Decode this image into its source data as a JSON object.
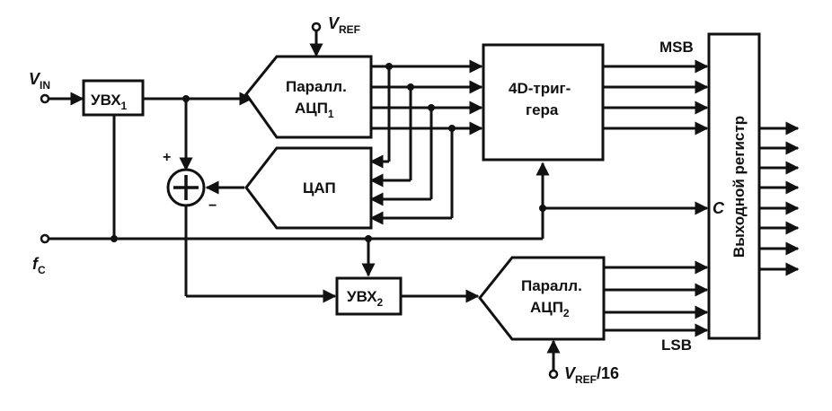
{
  "diagram": {
    "inputs": {
      "vin": {
        "main": "V",
        "sub": "IN"
      },
      "fc": {
        "main": "f",
        "sub": "C"
      },
      "vref_top": {
        "main": "V",
        "sub": "REF"
      },
      "vref_bottom": {
        "main": "V",
        "sub": "REF",
        "suffix": "/16"
      }
    },
    "blocks": {
      "sha1": {
        "main": "УВХ",
        "sub": "1"
      },
      "sha2": {
        "main": "УВХ",
        "sub": "2"
      },
      "adc1": {
        "line1": "Паралл.",
        "line2": "АЦП",
        "sub": "1"
      },
      "adc2": {
        "line1": "Паралл.",
        "line2": "АЦП",
        "sub": "2"
      },
      "dac": {
        "label": "ЦАП"
      },
      "latch": {
        "line1": "4D-триг-",
        "line2": "гера"
      },
      "output_register": {
        "label": "Выходной регистр",
        "clock_label": "C"
      }
    },
    "summer": {
      "plus": "+",
      "minus": "−"
    },
    "bit_labels": {
      "msb": "MSB",
      "lsb": "LSB"
    }
  }
}
